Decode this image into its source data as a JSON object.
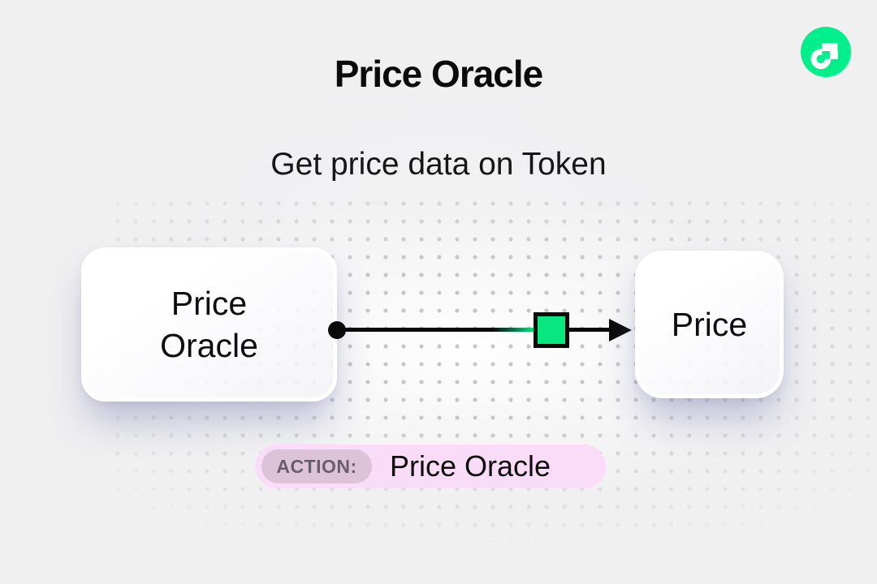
{
  "header": {
    "title": "Price Oracle",
    "subtitle": "Get price data on Token"
  },
  "brand": {
    "logo_icon": "flow-logo",
    "brand_green": "#00EF8B"
  },
  "diagram": {
    "nodes": [
      {
        "id": "price-oracle",
        "label": "Price Oracle"
      },
      {
        "id": "price",
        "label": "Price"
      }
    ],
    "edge": {
      "from": "price-oracle",
      "to": "price",
      "marker": "green-square",
      "marker_color": "#06E87F",
      "line_color": "#0A0A0A"
    }
  },
  "action": {
    "label": "ACTION:",
    "value": "Price Oracle"
  },
  "colors": {
    "background": "#EFEFF0",
    "dot_grid": "#C6C6CB",
    "badge_bg": "#FBDCF8",
    "badge_label_bg": "#DCC3D8",
    "badge_label_text": "#6A5E6C",
    "node_shadow_tint": "#6C6CA8"
  }
}
